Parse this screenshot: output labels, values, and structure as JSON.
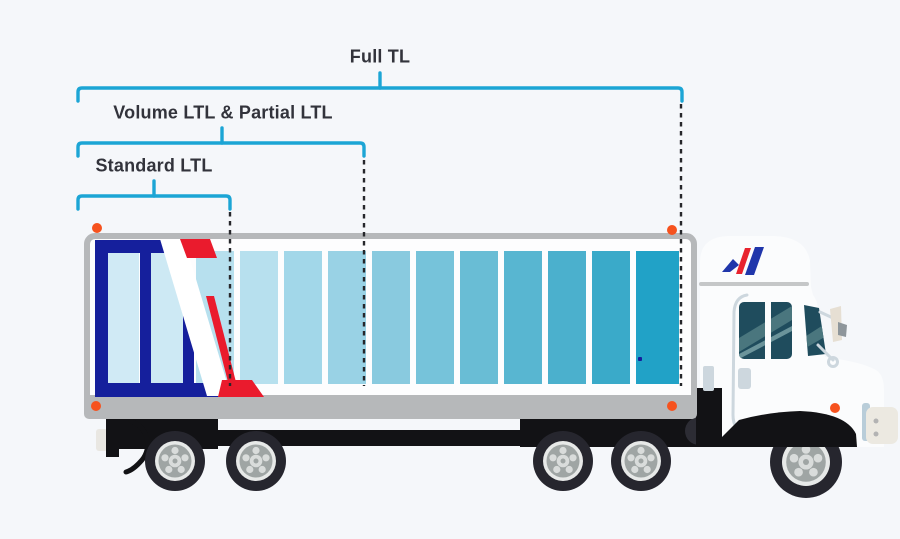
{
  "diagram": {
    "labels": {
      "full_tl": "Full TL",
      "volume_partial_ltl": "Volume LTL & Partial LTL",
      "standard_ltl": "Standard LTL"
    }
  },
  "truck": {
    "panel_colors": [
      "#d0eaf5",
      "#cde9f4",
      "#b7e0ee",
      "#b7e0ee",
      "#a2d7e9",
      "#99d2e5",
      "#89cadf",
      "#76c3da",
      "#69bdd5",
      "#58b6d1",
      "#4bb0cd",
      "#3aaac9",
      "#21a2c7"
    ]
  },
  "colors": {
    "background": "#f5f7fa",
    "bracket": "#1ca5d5",
    "label_text": "#32333b",
    "dashed_line": "#26272b",
    "trailer_border": "#b6b8ba",
    "trailer_body": "#fdfdfe",
    "trailer_rail": "#b6b8ba",
    "frame_navy": "#151f9c",
    "stripe_red": "#ea1b2d",
    "stripe_white": "#ffffff",
    "marker_orange": "#f6521e",
    "chassis_black": "#121215",
    "tire": "#26262e",
    "rim_ring": "#e7e9e8",
    "rim_face": "#9fa5a4",
    "rim_spoke": "#d9dcdb",
    "cab_body": "#fbfcfd",
    "cab_line": "#c5c7c8",
    "window_dark": "#1f4c5d",
    "window_band": "#4a767e",
    "window_band2": "#6b949b",
    "logo_blue": "#2036ab",
    "logo_red": "#e8232e",
    "mirror_beige": "#e6dfd3",
    "mirror_gray": "#8e969b",
    "door_seam": "#cdd7de",
    "bumper": "#ece9e1",
    "bumper_dot": "#b3b3b3",
    "arch_strip": "#b9cdd9",
    "mudflap": "#e9e7e2",
    "fifth_wheel": "#2c2c34"
  }
}
